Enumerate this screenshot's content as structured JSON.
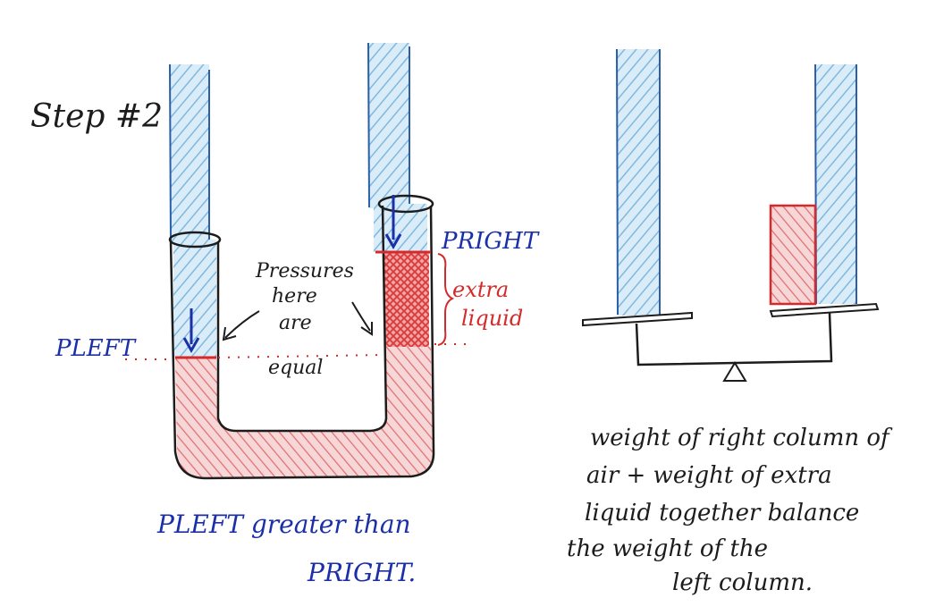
{
  "step_label": "Step #2",
  "p_left_label": "PLEFT",
  "p_right_label": "PRIGHT",
  "pressures_note": [
    "Pressures",
    "here",
    "are",
    "equal"
  ],
  "extra_liquid_label": [
    "extra",
    "liquid"
  ],
  "bottom_left_caption": [
    "PLEFT greater than",
    "PRIGHT."
  ],
  "bottom_right_caption": [
    "weight of right column of",
    "air + weight of extra",
    "liquid together balance",
    "the weight of the",
    "left column."
  ],
  "colors": {
    "air_blue": "#8fc3e6",
    "tube_line": "#2a5fa8",
    "liquid_red": "#e87a7a",
    "label_blue": "#1a2fa8",
    "label_red": "#d62a2a",
    "ink": "#1c1c1c"
  }
}
